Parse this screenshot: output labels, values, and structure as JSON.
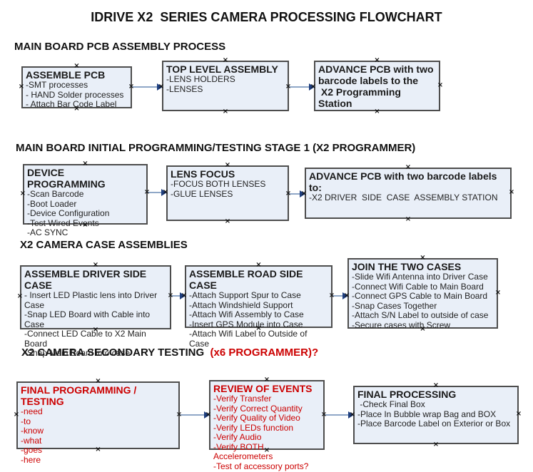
{
  "title": "IDRIVE X2  SERIES CAMERA PROCESSING FLOWCHART",
  "icons": {
    "selection_handle_glyph": "×"
  },
  "colors": {
    "box_fill": "#e9eff8",
    "box_border": "#4d4d4d",
    "connector_line": "#8fa7c7",
    "connector_arrow": "#1e3e7e",
    "red_text": "#cc0000",
    "black_text": "#111111"
  },
  "sections": [
    {
      "header": "MAIN BOARD PCB ASSEMBLY PROCESS",
      "boxes": [
        {
          "title": "ASSEMBLE PCB",
          "items": [
            "-SMT processes",
            "- HAND Solder processes",
            "- Attach Bar Code Label"
          ]
        },
        {
          "title": "TOP LEVEL ASSEMBLY",
          "items": [
            "-LENS HOLDERS",
            "-LENSES"
          ]
        },
        {
          "title": "ADVANCE PCB with two\nbarcode labels to the\n X2 Programming Station",
          "items": []
        }
      ]
    },
    {
      "header": "MAIN BOARD INITIAL PROGRAMMING/TESTING STAGE 1 (X2 PROGRAMMER)",
      "boxes": [
        {
          "title": "DEVICE PROGRAMMING",
          "items": [
            "-Scan Barcode",
            "-Boot Loader",
            "-Device Configuration",
            "-Test Wired Events",
            "-AC SYNC"
          ]
        },
        {
          "title": "LENS FOCUS",
          "items": [
            "-FOCUS BOTH LENSES",
            "-GLUE LENSES"
          ]
        },
        {
          "title": "ADVANCE PCB with two barcode labels to:",
          "items": [
            "-X2 DRIVER  SIDE  CASE  ASSEMBLY STATION"
          ]
        }
      ]
    },
    {
      "header": "X2 CAMERA CASE ASSEMBLIES",
      "boxes": [
        {
          "title": "ASSEMBLE DRIVER SIDE CASE",
          "items": [
            "- Insert LED Plastic lens into Driver Case",
            "-Snap LED Board with Cable into Case",
            "-Connect LED Cable to X2 Main Board",
            "-Snap Main Board into case"
          ]
        },
        {
          "title": "ASSEMBLE ROAD SIDE CASE",
          "items": [
            "-Attach Support Spur to Case",
            "-Attach Windshield Support",
            "-Attach Wifi Assembly to Case",
            "-Insert GPS Module into Case",
            "-Attach Wifi Label to Outside of Case"
          ]
        },
        {
          "title": "JOIN THE TWO CASES",
          "items": [
            "-Slide Wifi Antenna into Driver Case",
            "-Connect Wifi Cable to Main Board",
            "-Connect GPS Cable to Main Board",
            "-Snap Cases Together",
            "-Attach S/N Label to outside of case",
            "-Secure cases with Screw"
          ]
        }
      ]
    },
    {
      "header": "X2 CAMERA SECONDARY TESTING ",
      "header_suffix": " (x6 PROGRAMMER)?",
      "boxes": [
        {
          "title": "FINAL PROGRAMMING / TESTING",
          "items": [
            "-need",
            "-to",
            "-know",
            "-what",
            "-goes",
            "-here"
          ]
        },
        {
          "title": "REVIEW OF EVENTS",
          "items": [
            "-Verify Transfer",
            "-Verify Correct Quantity",
            "-Verify Quality of Video",
            "-Verify LEDs function",
            "-Verify Audio",
            "-Verify BOTH Accelerometers",
            "-Test of accessory ports?"
          ]
        },
        {
          "title": "FINAL PROCESSING",
          "items": [
            " -Check Final Box",
            "-Place In Bubble wrap Bag and BOX",
            "-Place Barcode Label on Exterior or Box"
          ]
        }
      ]
    }
  ]
}
